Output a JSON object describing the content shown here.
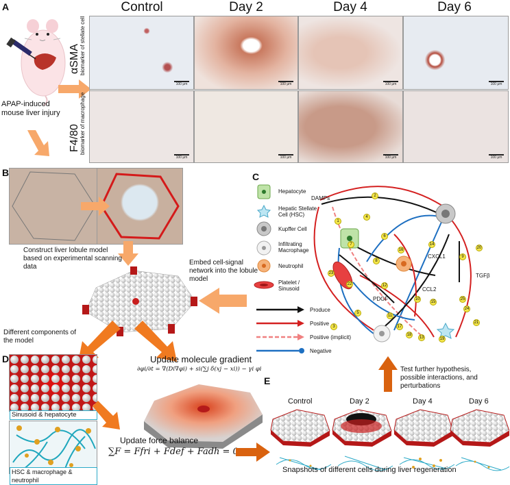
{
  "panelA": {
    "letter": "A",
    "columns": [
      "Control",
      "Day 2",
      "Day 4",
      "Day 6"
    ],
    "row1_label": "αSMA",
    "row1_sub": "biomarker of stellate cell",
    "row2_label": "F4/80",
    "row2_sub": "biomarker of macrophage",
    "mouse_caption": "APAP-induced mouse liver injury",
    "scale": "100 μm"
  },
  "panelB": {
    "letter": "B",
    "construct_text": "Construct liver lobule model based on experimental scanning data",
    "embed_text": "Embed cell-signal network into the lobule model",
    "components_text": "Different components of the model"
  },
  "panelC": {
    "letter": "C",
    "legend": [
      "Hepatocyte",
      "Hepatic Stellate Cell (HSC)",
      "Kupffer Cell",
      "Infiltrating Macrophage",
      "Neutrophil",
      "Platelet / Sinusoid"
    ],
    "arrow_legend": [
      "Produce",
      "Positive",
      "Positive (implicit)",
      "Negative"
    ],
    "nodes": {
      "damps": "DAMPs",
      "cxcl1": "CXCL1",
      "tgfb": "TGFβ",
      "ccl2": "CCL2",
      "pdgf": "PDGF"
    },
    "yellow_tags": [
      "1",
      "2",
      "3",
      "4",
      "5",
      "6",
      "7",
      "8",
      "9",
      "10",
      "11",
      "12",
      "13",
      "14",
      "15",
      "16",
      "17",
      "18",
      "19",
      "20",
      "21",
      "22",
      "23",
      "24",
      "25"
    ],
    "test_text": "Test further hypothesis, possible interactions, and perturbations"
  },
  "panelD": {
    "letter": "D",
    "gradient_title": "Update molecule gradient",
    "gradient_eq": "∂φi/∂t = ∇(Di∇φi) + si(∑j δ(xj − xi)) − γi φi",
    "sinusoid_label": "Sinusoid & hepatocyte",
    "hsc_label": "HSC & macrophage & neutrophil",
    "force_title": "Update force balance",
    "force_eq": "∑F = Ffri + Fdef + Fadh = 0"
  },
  "panelE": {
    "letter": "E",
    "columns": [
      "Control",
      "Day 2",
      "Day 4",
      "Day 6"
    ],
    "caption": "Snapshots of different cells during liver regeneration"
  },
  "colors": {
    "orange_arrow": "#f7a86a",
    "dark_orange": "#d9620f",
    "red": "#d42020",
    "blue": "#1d6fc1",
    "cyan": "#2aa9c7"
  }
}
